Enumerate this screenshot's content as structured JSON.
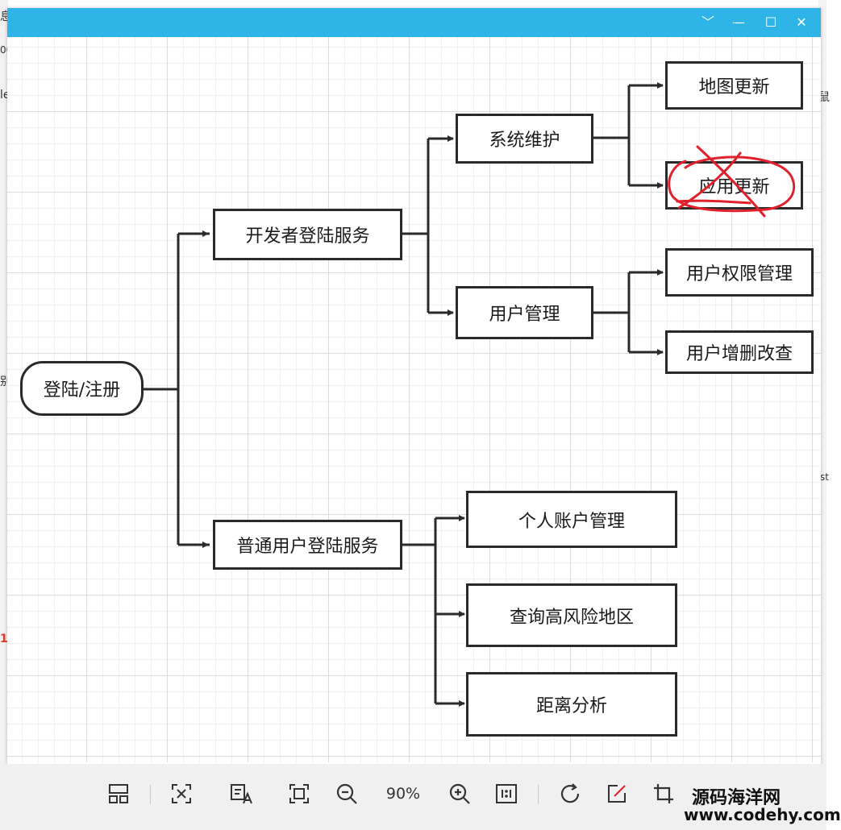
{
  "window": {
    "controls": {
      "collapse": "﹀",
      "minimize": "—",
      "maximize": "☐",
      "close": "✕"
    }
  },
  "diagram": {
    "root": "登陆/注册",
    "developer_service": "开发者登陆服务",
    "system_maintenance": "系统维护",
    "map_update": "地图更新",
    "app_update": "应用更新",
    "user_management": "用户管理",
    "user_permission": "用户权限管理",
    "user_crud": "用户增删改查",
    "normal_user_service": "普通用户登陆服务",
    "personal_account": "个人账户管理",
    "risk_area_query": "查询高风险地区",
    "distance_analysis": "距离分析"
  },
  "toolbar": {
    "zoom_level": "90%",
    "icons": [
      "thumbnails-icon",
      "fit-window-icon",
      "ocr-icon",
      "fullscreen-icon",
      "zoom-out-icon",
      "zoom-in-icon",
      "actual-size-icon",
      "rotate-icon",
      "edit-icon",
      "crop-icon"
    ]
  },
  "watermark": {
    "name": "源码海洋网",
    "url": "www.codehy.com"
  },
  "background": {
    "fragments": [
      "息",
      "00",
      "le",
      "别",
      "st",
      "1",
      "鼠"
    ]
  },
  "colors": {
    "titlebar": "#2eb4e6",
    "annotation": "#e0202a",
    "node_border": "#2a2a2a"
  }
}
